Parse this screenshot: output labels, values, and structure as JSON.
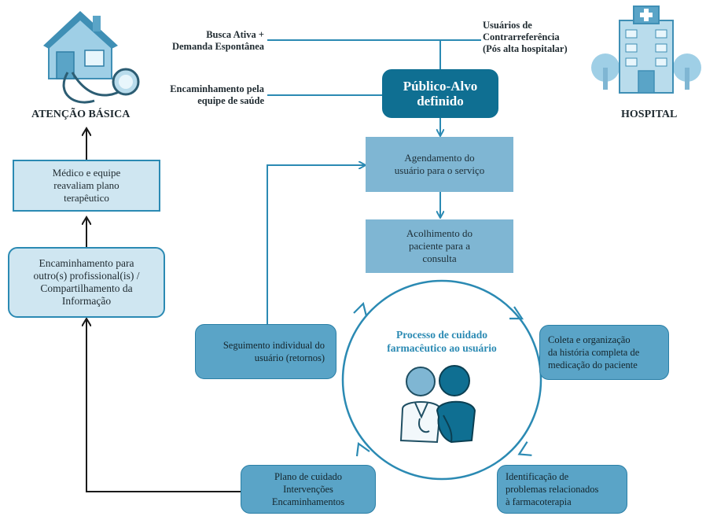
{
  "sources": {
    "atencao_basica": "ATENÇÃO BÁSICA",
    "hospital": "HOSPITAL",
    "busca_ativa": [
      "Busca Ativa +",
      "Demanda Espontânea"
    ],
    "encaminhamento_equipe": [
      "Encaminhamento pela",
      "equipe de saúde"
    ],
    "usuarios_contra": [
      "Usuários de",
      "Contrarreferência",
      "(Pós alta hospitalar)"
    ]
  },
  "boxes": {
    "publico_alvo": [
      "Público-Alvo",
      "definido"
    ],
    "agendamento": [
      "Agendamento do",
      "usuário para o serviço"
    ],
    "acolhimento": [
      "Acolhimento do",
      "paciente para a",
      "consulta"
    ],
    "medico_equipe": [
      "Médico e equipe",
      "reavaliam plano",
      "terapêutico"
    ],
    "encaminhamento_outros": [
      "Encaminhamento para",
      "outro(s) profissional(is) /",
      "Compartilhamento da",
      "Informação"
    ],
    "seguimento": [
      "Seguimento individual do",
      "usuário (retornos)"
    ],
    "coleta": [
      "Coleta e organização",
      "da história completa de",
      "medicação do paciente"
    ],
    "identificacao": [
      "Identificação de",
      "problemas relacionados",
      "à farmacoterapia"
    ],
    "plano": [
      "Plano de cuidado",
      "Intervenções",
      "Encaminhamentos"
    ]
  },
  "cycle": {
    "title": [
      "Processo de cuidado",
      "farmacêutico ao usuário"
    ]
  },
  "colors": {
    "dark_teal": "#0f6f92",
    "mid_blue": "#7fb6d3",
    "light_blue": "#cfe6f1",
    "accent": "#2b8ab3",
    "arrow_dark": "#1a1a1a"
  },
  "icons": [
    "house-stethoscope-icon",
    "hospital-building-icon",
    "pharmacist-patient-icon"
  ]
}
